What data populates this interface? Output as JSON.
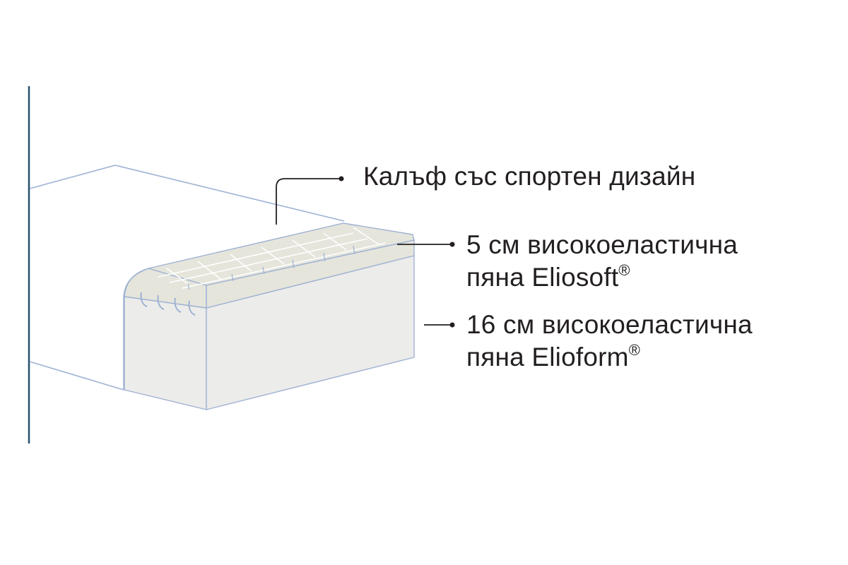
{
  "callouts": [
    {
      "id": "cover",
      "line1": "Калъф със спортен дизайн"
    },
    {
      "id": "top-layer",
      "line1": "5 см високоеластична",
      "line2": "пяна Eliosoft",
      "mark": "®"
    },
    {
      "id": "base-layer",
      "line1": "16 см високоеластична",
      "line2": "пяна Elioform",
      "mark": "®"
    }
  ],
  "colors": {
    "outline": "#9fb2d3",
    "frame_line": "#27506d",
    "top_layer_fill": "#e5e5dc",
    "base_layer_fill": "#ececea",
    "leader": "#231f20",
    "text": "#231f20"
  }
}
